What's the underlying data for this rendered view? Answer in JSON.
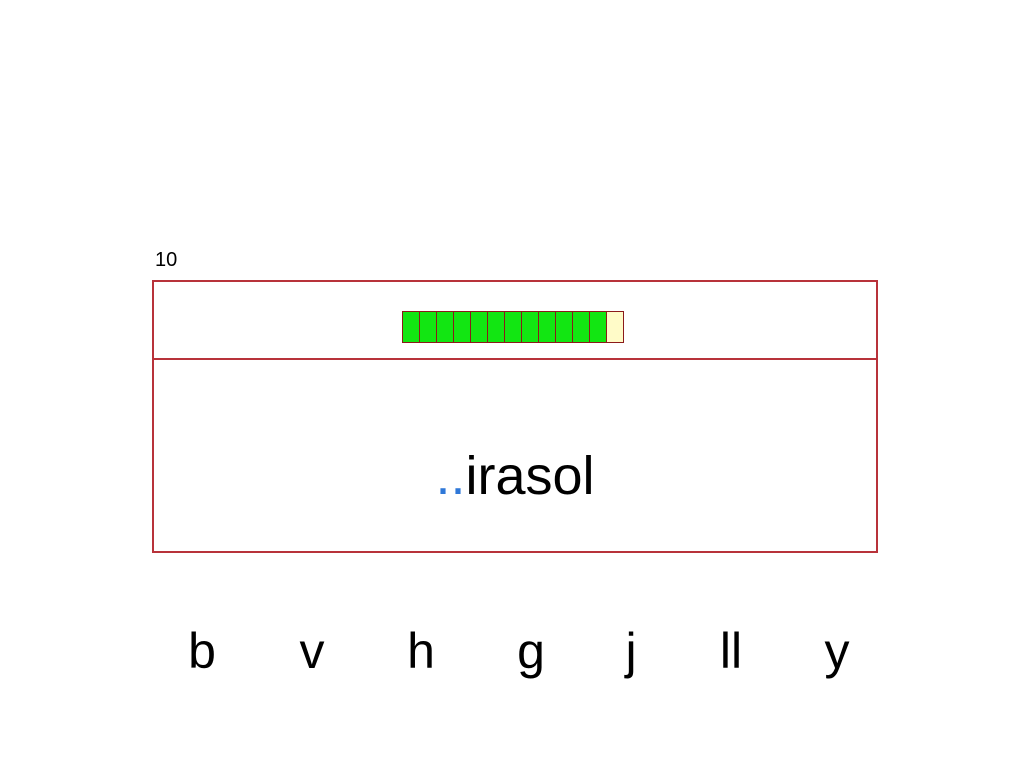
{
  "counter": "10",
  "progress": {
    "total": 13,
    "filled": 12,
    "filled_color": "#12e612",
    "empty_color": "#fffbc8",
    "border_color": "#8b1a1a"
  },
  "word": {
    "blank": "..",
    "rest": "irasol",
    "blank_color": "#2f78d8"
  },
  "frame_color": "#b8323a",
  "choices": [
    "b",
    "v",
    "h",
    "g",
    "j",
    "ll",
    "y"
  ]
}
